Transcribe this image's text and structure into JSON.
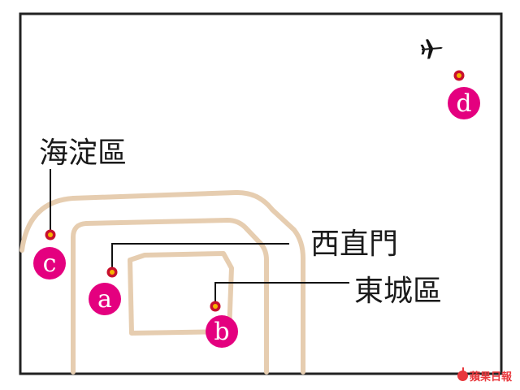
{
  "map": {
    "frame_color": "#222222",
    "ring_road_color": "#e6cdb0",
    "marker_pin_color": "#c8102e",
    "marker_pin_center": "#f5b400",
    "marker_badge_color": "#e4007f",
    "leader_line_color": "#111111",
    "airport_icon": "airplane-icon"
  },
  "labels": {
    "haidian": "海淀區",
    "xizhimen": "西直門",
    "dongcheng": "東城區"
  },
  "markers": {
    "a": "a",
    "b": "b",
    "c": "c",
    "d": "d"
  },
  "watermark": {
    "text": "蘋果日報"
  }
}
